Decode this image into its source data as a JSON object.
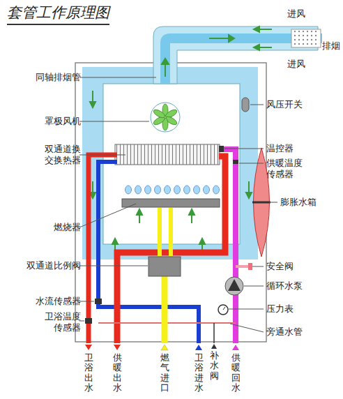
{
  "diagram": {
    "title": "套管工作原理图",
    "labels": [
      "进风",
      "排烟",
      "进风",
      "同轴排烟管",
      "罩极风机",
      "风压开关",
      "双通道换交换热器",
      "温控器",
      "供暖温度传感器",
      "膨胀水箱",
      "燃烧器",
      "双通道比例阀",
      "安全阀",
      "循环水泵",
      "水流传感器",
      "卫浴温度传感器",
      "压力表",
      "旁通水管",
      "卫浴出水",
      "供暖出水",
      "燃气进口",
      "卫浴进水",
      "补水阀",
      "供暖回水"
    ]
  }
}
